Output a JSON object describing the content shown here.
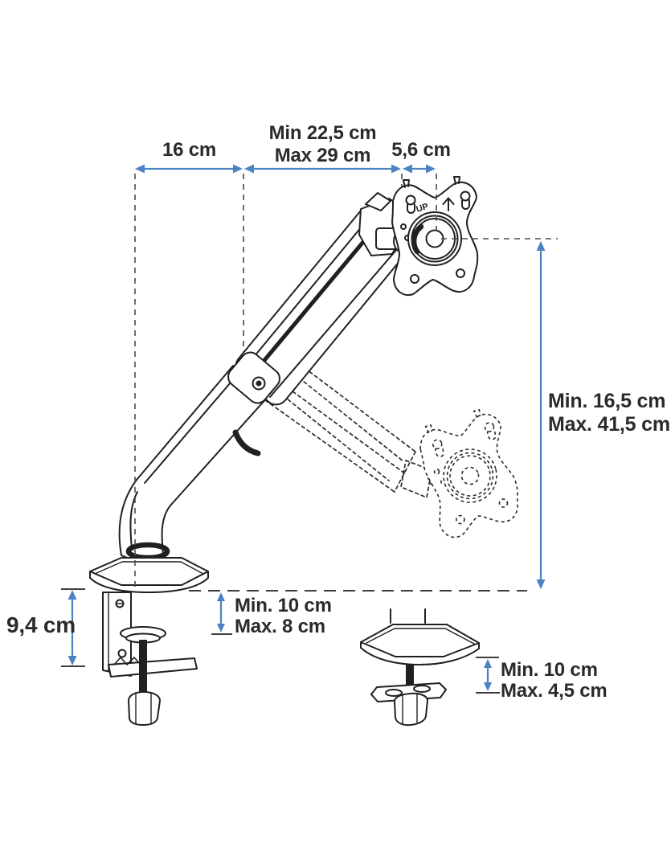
{
  "diagram": {
    "type": "technical-dimension-diagram",
    "subject": "gas-spring single monitor desk mount arm with C-clamp and grommet mounting options"
  },
  "colors": {
    "dimension_blue": "#4a82c2",
    "drawing_black": "#231f20",
    "extension_gray": "#4b4b4b",
    "background": "#ffffff"
  },
  "vesa_plate": {
    "up_label": "UP"
  },
  "dimensions": {
    "base_offset": {
      "label": "16 cm"
    },
    "arm_reach": {
      "min": "Min 22,5 cm",
      "max": "Max 29 cm"
    },
    "head_offset": {
      "label": "5,6 cm"
    },
    "height_range": {
      "min": "Min. 16,5 cm",
      "max": "Max. 41,5 cm"
    },
    "clamp_height": {
      "label": "9,4 cm"
    },
    "desk_thickness": {
      "min": "Min. 10 cm",
      "max": "Max. 8 cm"
    },
    "grommet_thickness": {
      "min": "Min. 10 cm",
      "max": "Max. 4,5 cm"
    }
  }
}
